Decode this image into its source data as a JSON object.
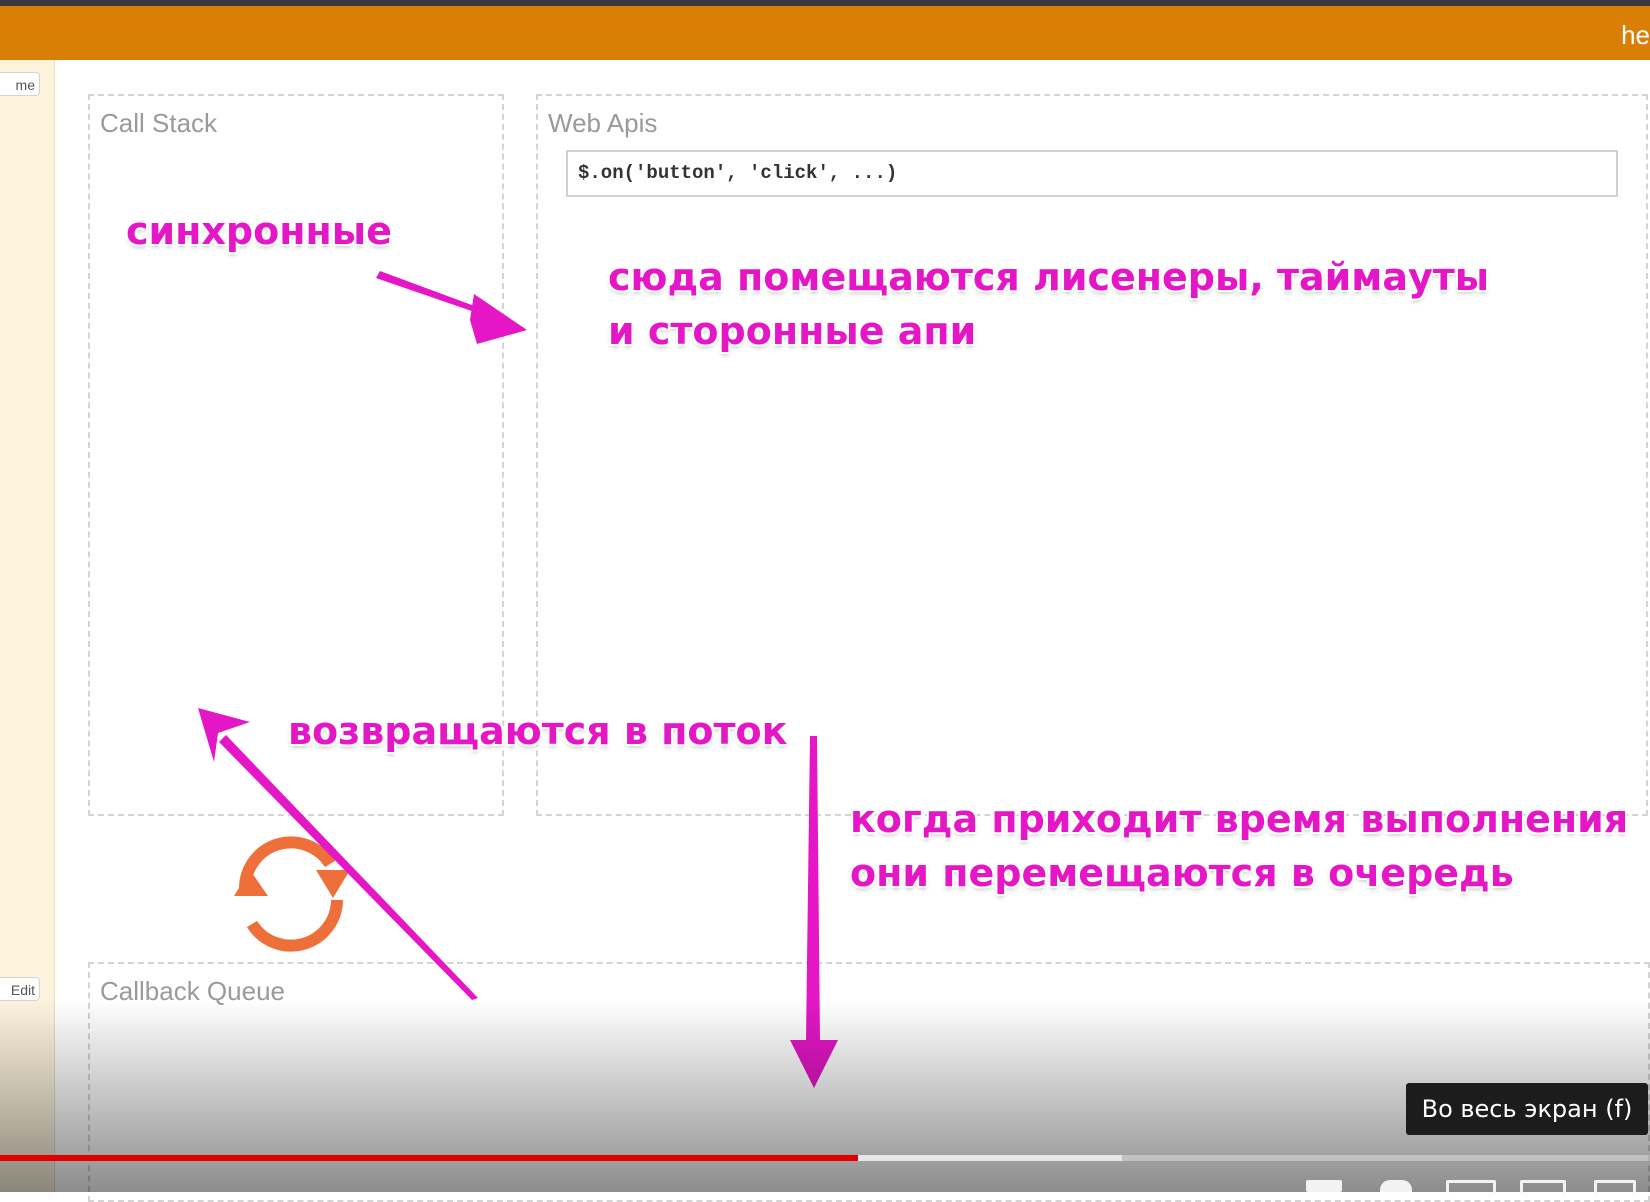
{
  "header": {
    "partial_text": "he"
  },
  "sidebar": {
    "top_button_label": "me",
    "edit_button_label": "Edit"
  },
  "panels": {
    "call_stack": "Call Stack",
    "web_apis": "Web Apis",
    "callback_queue": "Callback Queue"
  },
  "code": "$.on('button', 'click', ...)",
  "annotations": {
    "sync": "синхронные",
    "webapi_line1": "сюда помещаются лисенеры, таймауты",
    "webapi_line2": "и сторонные апи",
    "return": "возвращаются в поток",
    "queue_line1": "когда приходит время выполнения",
    "queue_line2": "они перемещаются в очередь"
  },
  "colors": {
    "accent_orange": "#d97f05",
    "annotation_magenta": "#e416c6",
    "loop_orange": "#ef6f3a",
    "progress_red": "#e00000"
  },
  "icons": {
    "event_loop": "refresh-loop-icon",
    "arrows": [
      "arrow-to-webapis",
      "arrow-to-callstack",
      "arrow-to-queue"
    ]
  },
  "player": {
    "tooltip": "Во весь экран (f)",
    "progress_fraction": 0.52,
    "buffered_fraction": 0.68
  }
}
